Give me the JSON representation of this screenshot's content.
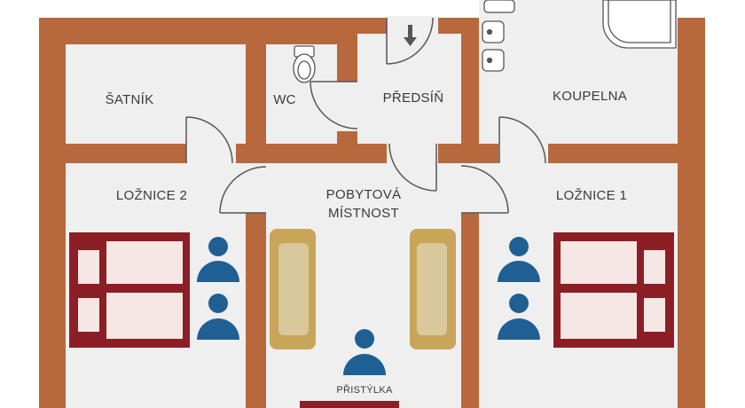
{
  "rooms": {
    "satnik": "ŠATNÍK",
    "wc": "WC",
    "predsin": "PŘEDSÍŇ",
    "koupelna": "KOUPELNA",
    "loznice2": "LOŽNICE 2",
    "pobytova_line1": "POBYTOVÁ",
    "pobytova_line2": "MÍSTNOST",
    "loznice1": "LOŽNICE 1"
  },
  "labels": {
    "pristylka": "PŘISTÝLKA"
  },
  "colors": {
    "wall": "#b8683d",
    "floor": "#efefef",
    "bed_frame": "#8b1f25",
    "bed_fill": "#f6e6e4",
    "sofa": "#c9a55a",
    "person": "#1f5f93",
    "door_line": "#555555"
  },
  "icons": {
    "entrance": "arrow-down-icon",
    "person": "person-icon",
    "bed": "double-bed-icon",
    "sofa": "sofa-icon",
    "toilet": "toilet-icon",
    "sink": "sink-icon",
    "bathtub": "bathtub-icon"
  },
  "occupancy": {
    "loznice2_persons": 2,
    "loznice1_persons": 2,
    "extra_bed_persons": 1
  }
}
